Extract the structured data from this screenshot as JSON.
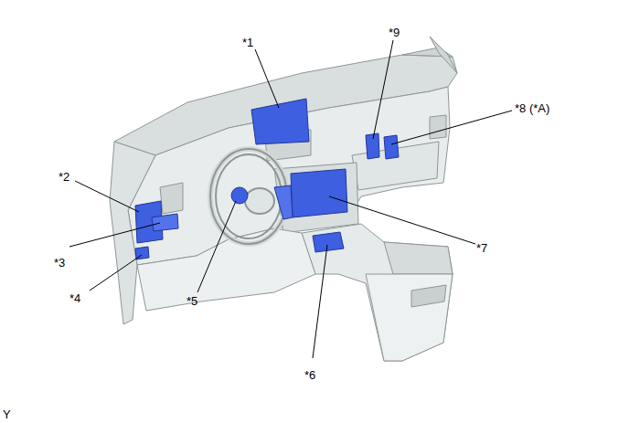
{
  "diagram": {
    "labels": [
      "*1",
      "*9",
      "*8 (*A)",
      "*2",
      "*3",
      "*4",
      "*5",
      "*7",
      "*6",
      "Y"
    ]
  }
}
